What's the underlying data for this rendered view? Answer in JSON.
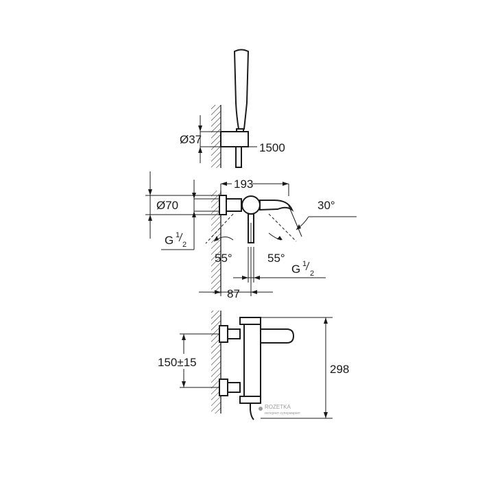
{
  "dimensions": {
    "handshower_diameter": "Ø37",
    "hose_length": "1500",
    "width_193": "193",
    "rosette_diameter": "Ø70",
    "angle_30": "30°",
    "thread_left": "G",
    "thread_left_num": "1",
    "thread_left_den": "2",
    "angle_left": "55°",
    "angle_right": "55°",
    "thread_bottom": "G",
    "thread_bottom_num": "1",
    "thread_bottom_den": "2",
    "depth_87": "87",
    "centers": "150±15",
    "height_298": "298"
  },
  "watermark": {
    "brand": "ROZETKA",
    "tagline": "интернет-супермаркет"
  }
}
